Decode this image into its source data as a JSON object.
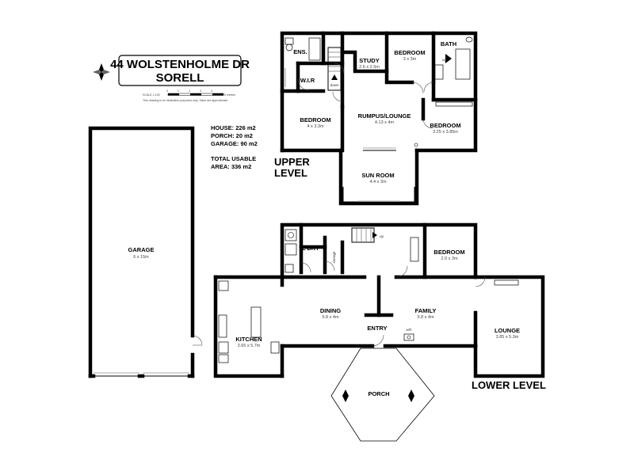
{
  "title": {
    "line1": "44 WOLSTENHOLME DR",
    "line2": "SORELL"
  },
  "scale": {
    "label": "SCALE 1:100",
    "ticks": [
      "0",
      "1",
      "2",
      "3",
      "4",
      "5 metres"
    ],
    "disclaimer": "This drawing is for illustration purposes only. Sizes are approximate."
  },
  "stats": {
    "house": "HOUSE: 226 m2",
    "porch": "PORCH: 20 m2",
    "garage": "GARAGE: 90 m2",
    "total_line1": "TOTAL USABLE",
    "total_line2": "AREA: 336 m2"
  },
  "upper_level": {
    "label_line1": "UPPER",
    "label_line2": "LEVEL",
    "rooms": {
      "ensuite": {
        "name": "ENS."
      },
      "wir": {
        "name": "W.I.R"
      },
      "study": {
        "name": "STUDY",
        "dims": "2.6 x 2.5m"
      },
      "bedroom_top": {
        "name": "BEDROOM",
        "dims": "3 x 3m"
      },
      "bath": {
        "name": "BATH"
      },
      "bedroom_left": {
        "name": "BEDROOM",
        "dims": "4 x 3.3m"
      },
      "rumpus": {
        "name": "RUMPUS/LOUNGE",
        "dims": "4.13 x 4m"
      },
      "bedroom_right": {
        "name": "BEDROOM",
        "dims": "3.25 x 3.85m"
      },
      "sunroom": {
        "name": "SUN ROOM",
        "dims": "4.4 x 3m"
      }
    },
    "stair_down": "down",
    "stair_up": "up"
  },
  "lower_level": {
    "label": "LOWER LEVEL",
    "rooms": {
      "laundry": {
        "name": "L'DRY"
      },
      "bedroom": {
        "name": "BEDROOM",
        "dims": "2.9 x 3m"
      },
      "dining": {
        "name": "DINING",
        "dims": "5.8 x 4m"
      },
      "family": {
        "name": "FAMILY",
        "dims": "5.8 x 4m"
      },
      "entry": {
        "name": "ENTRY"
      },
      "kitchen": {
        "name": "KITCHEN",
        "dims": "3.65 x 5.7m"
      },
      "lounge": {
        "name": "LOUNGE",
        "dims": "3.85 x 5.3m"
      },
      "porch": {
        "name": "PORCH"
      }
    },
    "storage": "storage",
    "stair_up": "up",
    "wh": "w/h"
  },
  "garage": {
    "name": "GARAGE",
    "dims": "6 x 15m"
  }
}
